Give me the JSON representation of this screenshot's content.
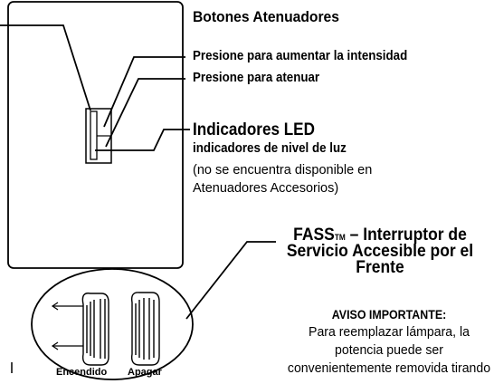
{
  "title": "Botones Atenuadores",
  "labels": {
    "raise": "Presione para aumentar la intensidad",
    "lower": "Presione para atenuar"
  },
  "led": {
    "heading": "Indicadores LED",
    "subheading": "indicadores de nivel de luz",
    "note_line1": "(no se encuentra disponible en",
    "note_line2": "Atenuadores Accesorios)"
  },
  "fass": {
    "line1_prefix": "FASS",
    "trademark": "TM",
    "line1_suffix": " – Interruptor de",
    "line2": "Servicio Accesible por el",
    "line3": "Frente"
  },
  "warning": {
    "heading": "AVISO IMPORTANTE:",
    "line1": "Para reemplazar lámpara, la",
    "line2": "potencia puede ser",
    "line3": "convenientemente removida tirando"
  },
  "switch_labels": {
    "on": "Encendido",
    "off": "Apagar"
  }
}
